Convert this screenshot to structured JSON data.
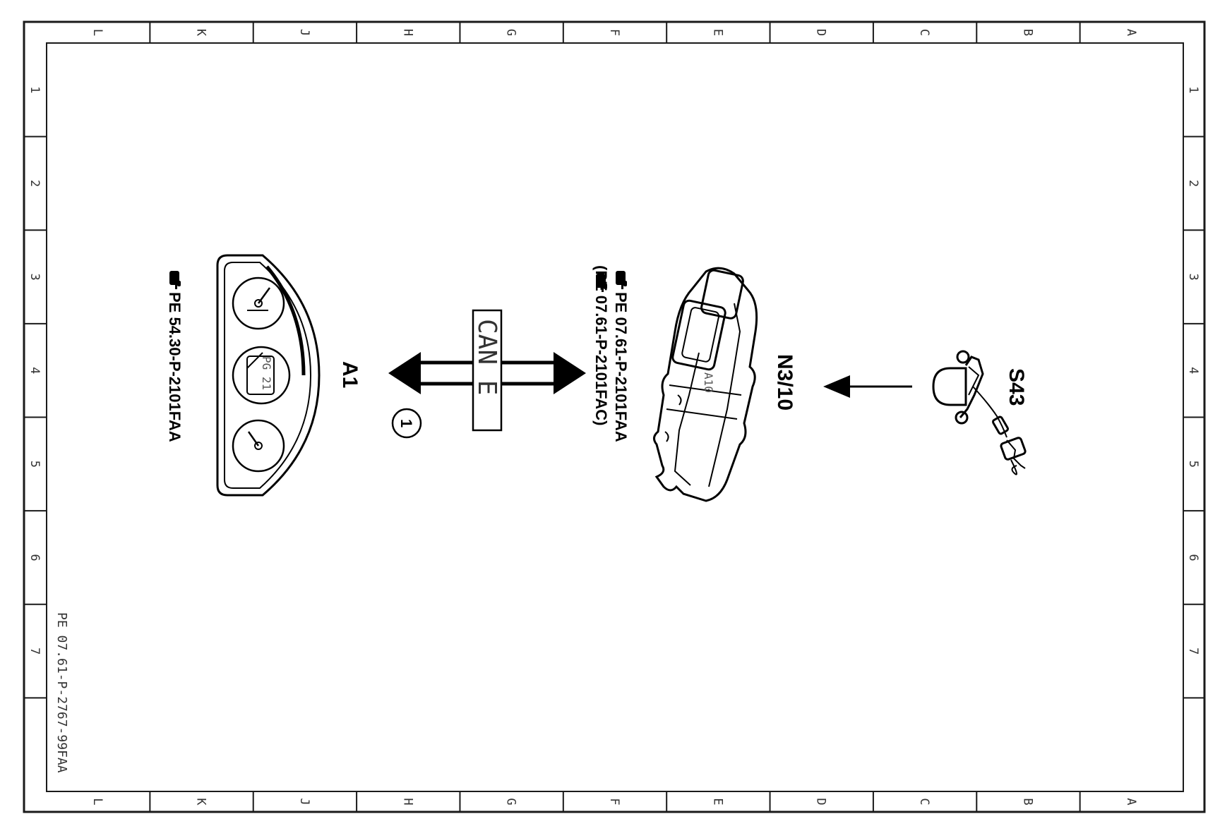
{
  "frame": {
    "top_letters": [
      "L",
      "K",
      "J",
      "H",
      "G",
      "F",
      "E",
      "D",
      "C",
      "B",
      "A"
    ],
    "bottom_letters": [
      "L",
      "K",
      "J",
      "H",
      "G",
      "F",
      "E",
      "D",
      "C",
      "B",
      "A"
    ],
    "left_numbers": [
      "1",
      "2",
      "3",
      "4",
      "5",
      "6",
      "7"
    ],
    "right_numbers": [
      "1",
      "2",
      "3",
      "4",
      "5",
      "6",
      "7"
    ]
  },
  "components": {
    "a1": {
      "label": "A1",
      "reference": "PE 54.30-P-2101FAA",
      "gauge_text": "PG 21"
    },
    "n3_10": {
      "label": "N3/10",
      "reference_1": "PE 07.61-P-2101FAA",
      "reference_2": "(PE 07.61-P-2101FAC)",
      "inner_text": "A10"
    },
    "s43": {
      "label": "S43"
    }
  },
  "bus": {
    "label": "CAN E",
    "marker": "1"
  },
  "document_id": "PE 07.61-P-2767-99FAA",
  "colors": {
    "line": "#000000",
    "frame": "#1a1a1a",
    "background": "#ffffff"
  }
}
